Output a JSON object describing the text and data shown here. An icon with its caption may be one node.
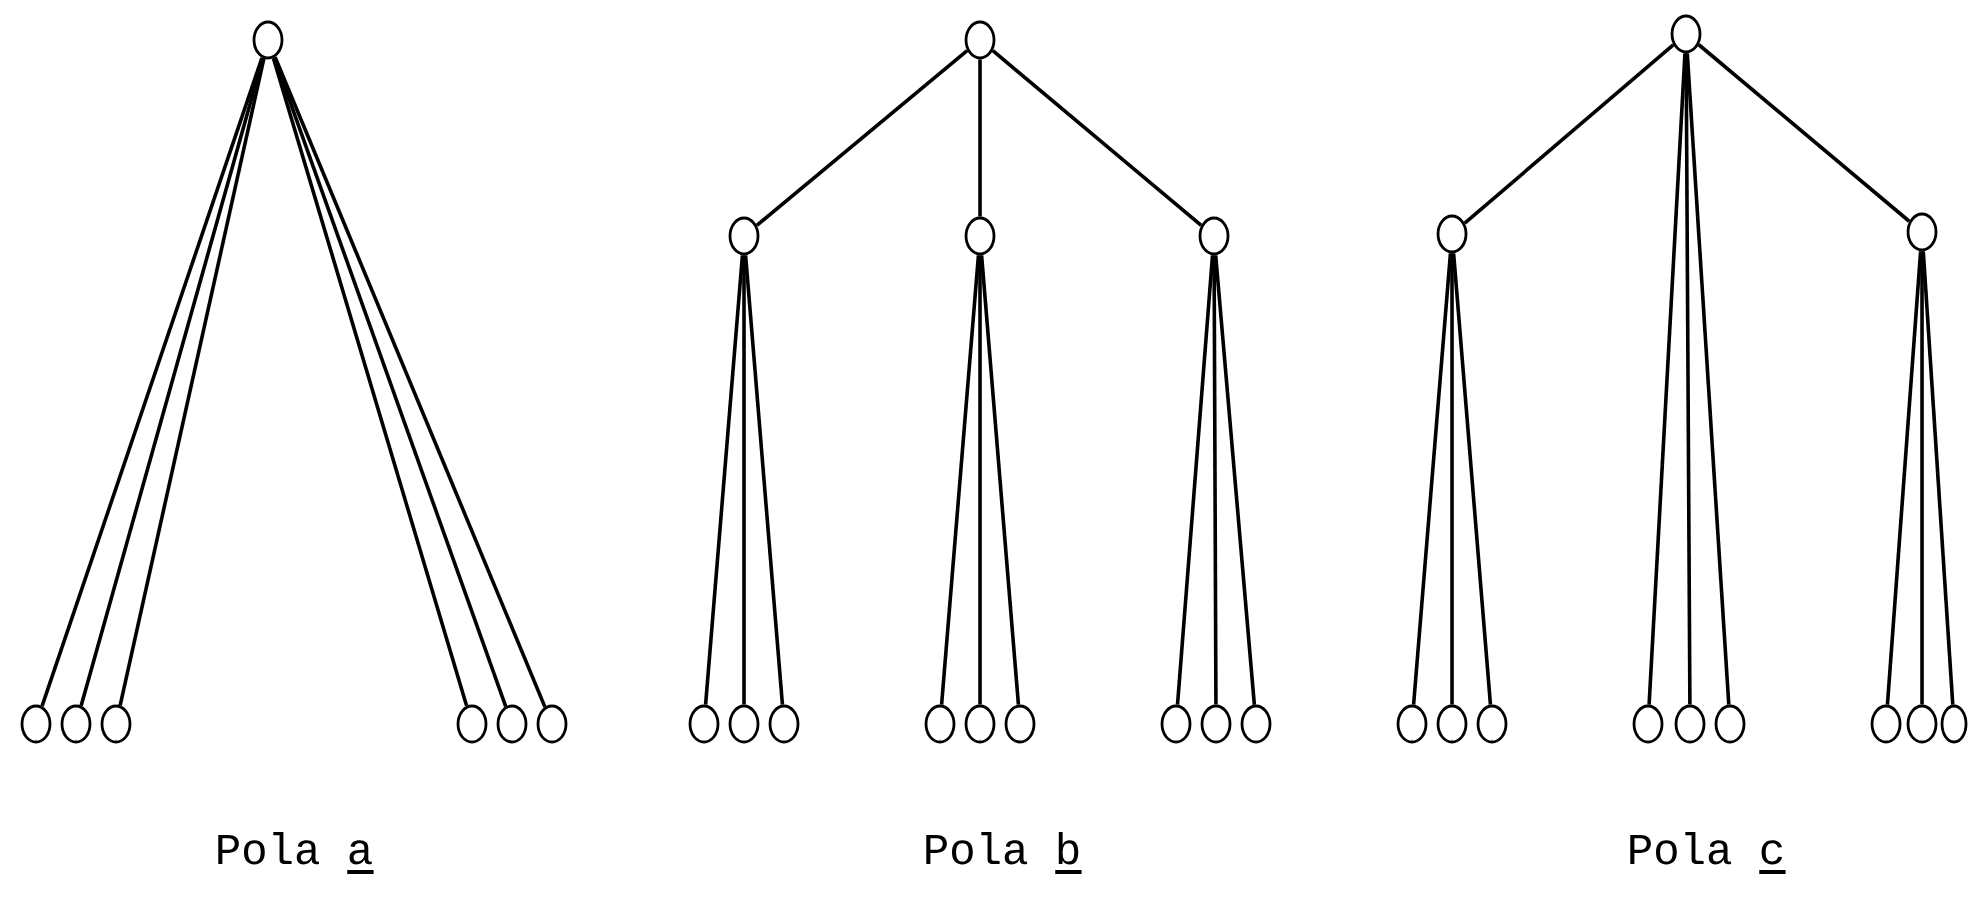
{
  "diagram": {
    "nodes": [
      {
        "text": [],
        "shape": "circle"
      },
      {
        "text": [],
        "shape": "circle"
      },
      {
        "text": [],
        "shape": "circle"
      },
      {
        "text": [],
        "shape": "circle"
      },
      {
        "text": [],
        "shape": "circle"
      },
      {
        "text": [],
        "shape": "circle"
      },
      {
        "text": [],
        "shape": "circle"
      },
      {
        "text": [],
        "shape": "circle"
      },
      {
        "text": [],
        "shape": "circle"
      },
      {
        "text": [],
        "shape": "circle"
      },
      {
        "text": [],
        "shape": "circle"
      },
      {
        "text": [],
        "shape": "circle"
      },
      {
        "text": [],
        "shape": "circle"
      },
      {
        "text": [],
        "shape": "circle"
      },
      {
        "text": [],
        "shape": "circle"
      },
      {
        "text": [],
        "shape": "circle"
      },
      {
        "text": [],
        "shape": "circle"
      },
      {
        "text": [],
        "shape": "circle"
      },
      {
        "text": [],
        "shape": "circle"
      },
      {
        "text": [],
        "shape": "circle"
      },
      {
        "text": [],
        "shape": "circle"
      },
      {
        "text": [],
        "shape": "circle"
      },
      {
        "text": [],
        "shape": "circle"
      },
      {
        "text": [],
        "shape": "circle"
      },
      {
        "text": [],
        "shape": "circle"
      },
      {
        "text": [],
        "shape": "circle"
      },
      {
        "text": [],
        "shape": "circle"
      },
      {
        "text": [],
        "shape": "circle"
      },
      {
        "text": [],
        "shape": "circle"
      },
      {
        "text": [],
        "shape": "circle"
      },
      {
        "text": [],
        "shape": "circle"
      },
      {
        "text": [],
        "shape": "circle"
      }
    ],
    "edges": [
      {
        "from": 0,
        "to": 1,
        "arrow": "none"
      },
      {
        "from": 0,
        "to": 2,
        "arrow": "none"
      },
      {
        "from": 0,
        "to": 3,
        "arrow": "none"
      },
      {
        "from": 0,
        "to": 4,
        "arrow": "none"
      },
      {
        "from": 0,
        "to": 5,
        "arrow": "none"
      },
      {
        "from": 0,
        "to": 6,
        "arrow": "none"
      },
      {
        "from": 7,
        "to": 8,
        "arrow": "none"
      },
      {
        "from": 7,
        "to": 9,
        "arrow": "none"
      },
      {
        "from": 7,
        "to": 10,
        "arrow": "none"
      },
      {
        "from": 8,
        "to": 11,
        "arrow": "none"
      },
      {
        "from": 8,
        "to": 12,
        "arrow": "none"
      },
      {
        "from": 8,
        "to": 13,
        "arrow": "none"
      },
      {
        "from": 9,
        "to": 14,
        "arrow": "none"
      },
      {
        "from": 9,
        "to": 15,
        "arrow": "none"
      },
      {
        "from": 9,
        "to": 16,
        "arrow": "none"
      },
      {
        "from": 10,
        "to": 17,
        "arrow": "none"
      },
      {
        "from": 10,
        "to": 18,
        "arrow": "none"
      },
      {
        "from": 10,
        "to": 19,
        "arrow": "none"
      },
      {
        "from": 20,
        "to": 21,
        "arrow": "none"
      },
      {
        "from": 20,
        "to": 22,
        "arrow": "none"
      },
      {
        "from": 21,
        "to": 23,
        "arrow": "none"
      },
      {
        "from": 21,
        "to": 24,
        "arrow": "none"
      },
      {
        "from": 21,
        "to": 25,
        "arrow": "none"
      },
      {
        "from": 20,
        "to": 26,
        "arrow": "none"
      },
      {
        "from": 20,
        "to": 27,
        "arrow": "none"
      },
      {
        "from": 20,
        "to": 28,
        "arrow": "none"
      },
      {
        "from": 22,
        "to": 29,
        "arrow": "none"
      },
      {
        "from": 22,
        "to": 30,
        "arrow": "none"
      },
      {
        "from": 22,
        "to": 31,
        "arrow": "none"
      }
    ],
    "labels": [
      "Pola a",
      "Pola b",
      "Pola c"
    ]
  }
}
